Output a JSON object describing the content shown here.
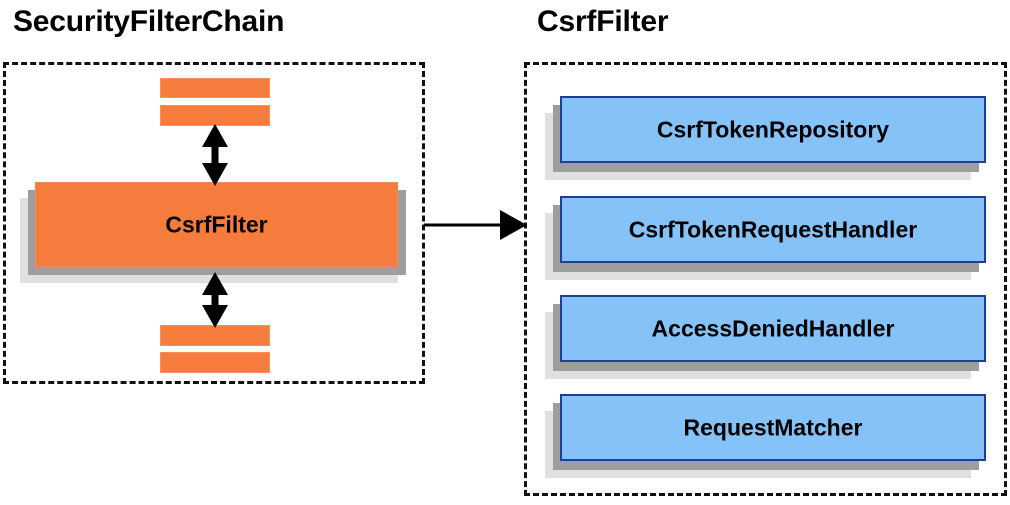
{
  "diagram": {
    "type": "component-relationship-diagram",
    "colors": {
      "orange_fill": "#f57c3c",
      "blue_fill": "#85c2f8",
      "blue_border": "#1f3f96",
      "shadow_near": "#9e9e9e",
      "shadow_far": "#e0e0e0",
      "panel_border": "#111111",
      "text": "#000000"
    }
  },
  "left": {
    "title": "SecurityFilterChain",
    "main_box": {
      "label": "CsrfFilter"
    },
    "filters_above": [
      {
        "label": ""
      },
      {
        "label": ""
      }
    ],
    "filters_below": [
      {
        "label": ""
      },
      {
        "label": ""
      }
    ],
    "arrows": [
      {
        "name": "arrow-above",
        "direction": "bidirectional"
      },
      {
        "name": "arrow-below",
        "direction": "bidirectional"
      }
    ]
  },
  "connector": {
    "name": "csrf-filter-expansion-arrow",
    "direction": "left-to-right"
  },
  "right": {
    "title": "CsrfFilter",
    "collaborators": [
      {
        "label": "CsrfTokenRepository"
      },
      {
        "label": "CsrfTokenRequestHandler"
      },
      {
        "label": "AccessDeniedHandler"
      },
      {
        "label": "RequestMatcher"
      }
    ]
  }
}
